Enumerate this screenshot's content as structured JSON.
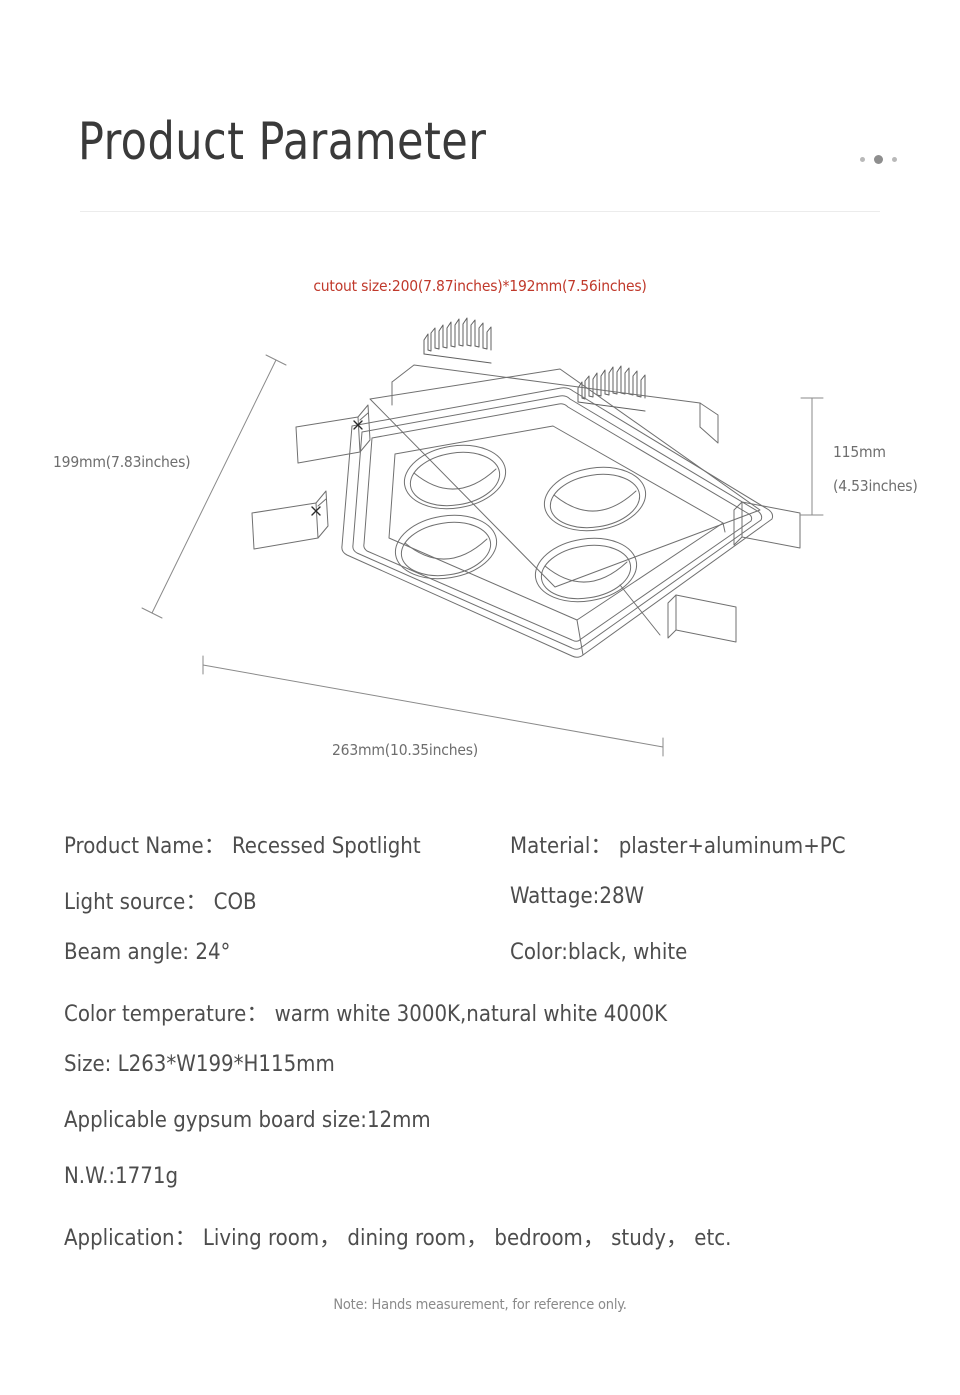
{
  "header": {
    "title": "Product Parameter",
    "dots_icon": "three-dots-icon"
  },
  "diagram": {
    "cutout_note": "cutout size:200(7.87inches)*192mm(7.56inches)",
    "dimensions": {
      "width_label": "199mm(7.83inches)",
      "height_label_line1": "115mm",
      "height_label_line2": "(4.53inches)",
      "length_label": "263mm(10.35inches)"
    },
    "product_illustration": "recessed-spotlight-line-drawing",
    "reflector_count": 4,
    "heatsink_count": 2,
    "bracket_count": 4
  },
  "specs": {
    "rows": [
      {
        "left_label": "Product Name：",
        "left_value": "Recessed Spotlight",
        "right_label": "Material：",
        "right_value": "plaster+aluminum+PC"
      },
      {
        "left_label": "Light source：",
        "left_value": "COB",
        "right_label": "Wattage:",
        "right_value": "28W"
      },
      {
        "left_label": "Beam angle:",
        "left_value": "24°",
        "right_label": "Color:",
        "right_value": "black, white"
      }
    ],
    "full_rows": [
      "Color temperature：  warm white 3000K,natural white 4000K",
      "Size: L263*W199*H115mm",
      "Applicable gypsum board size:12mm",
      "N.W.:1771g",
      "Application： Living room， dining room， bedroom， study， etc."
    ]
  },
  "footer": {
    "note": "Note: Hands measurement, for reference only."
  },
  "colors": {
    "accent_red": "#c0392b",
    "text": "#4d4d4d",
    "title": "#3a3a3a",
    "line": "#707070"
  }
}
